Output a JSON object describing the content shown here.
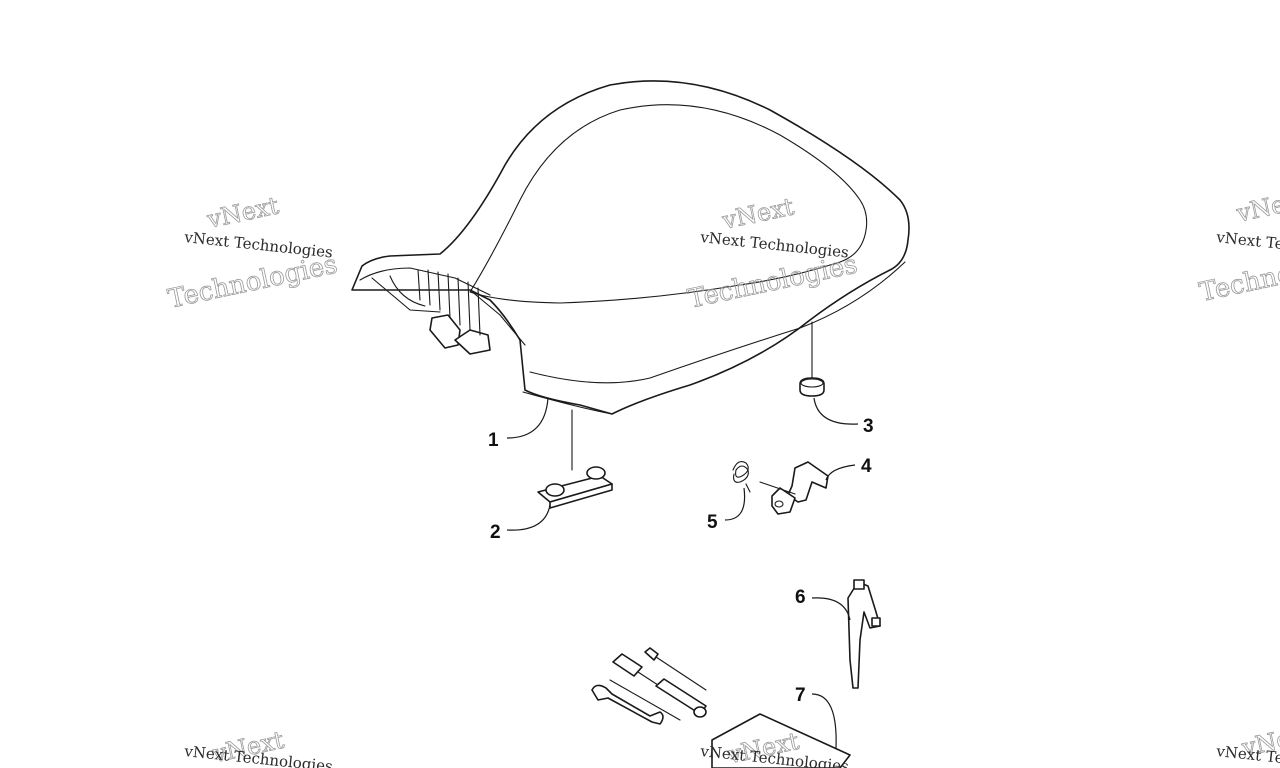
{
  "callouts": [
    {
      "id": "1",
      "label": "1"
    },
    {
      "id": "2",
      "label": "2"
    },
    {
      "id": "3",
      "label": "3"
    },
    {
      "id": "4",
      "label": "4"
    },
    {
      "id": "5",
      "label": "5"
    },
    {
      "id": "6",
      "label": "6"
    },
    {
      "id": "7",
      "label": "7"
    }
  ],
  "watermark": {
    "line1": "vNext Technologies",
    "line2": "Technologies",
    "big": "vNext"
  },
  "colors": {
    "line": "#1a1a1a",
    "watermark": "#9a9a9a",
    "background": "#ffffff"
  }
}
